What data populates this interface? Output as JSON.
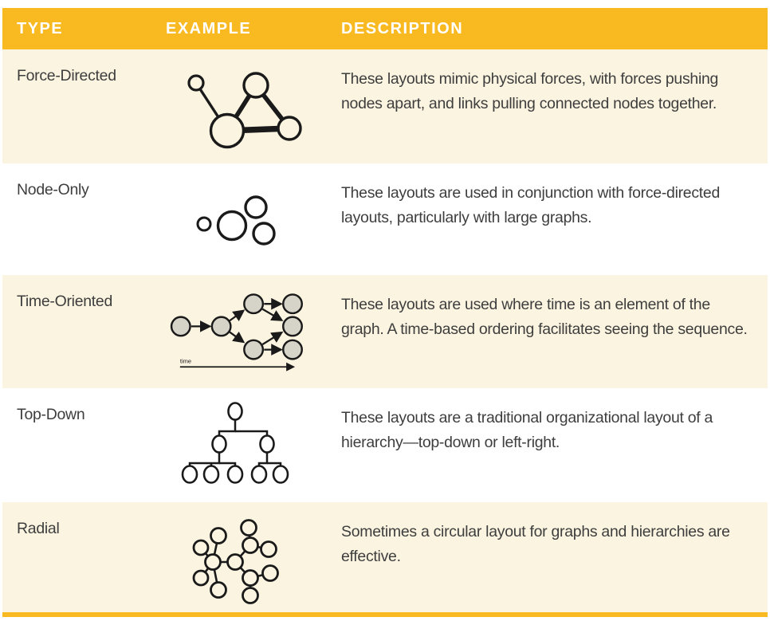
{
  "table": {
    "columns": [
      {
        "label": "TYPE"
      },
      {
        "label": "EXAMPLE"
      },
      {
        "label": "DESCRIPTION"
      }
    ],
    "rows": [
      {
        "type": "Force-Directed",
        "example_icon": "force-directed-graph-diagram",
        "description": "These layouts mimic physical forces, with forces pushing nodes apart, and links pulling connected nodes together."
      },
      {
        "type": "Node-Only",
        "example_icon": "node-only-circles-diagram",
        "description": "These layouts are used in conjunction with force-directed layouts, particularly with large graphs."
      },
      {
        "type": "Time-Oriented",
        "example_icon": "time-oriented-dag-diagram",
        "time_axis_label": "time",
        "description": "These layouts are used where time is an element of the graph. A time-based ordering facilitates seeing the sequence."
      },
      {
        "type": "Top-Down",
        "example_icon": "top-down-hierarchy-tree-diagram",
        "description": "These layouts are a traditional organizational layout of a hierarchy—top-down or left-right."
      },
      {
        "type": "Radial",
        "example_icon": "radial-cluster-graph-diagram",
        "description": "Sometimes a circular layout for graphs and hierarchies are effective."
      }
    ]
  },
  "colors": {
    "header_bg": "#F9B921",
    "row_alt_bg": "#FBF4E0",
    "header_text": "#FFFFFF",
    "body_text": "#3E3E3E",
    "diagram_outline": "#1A1A1A",
    "time_node_fill": "#D6D3C8"
  }
}
